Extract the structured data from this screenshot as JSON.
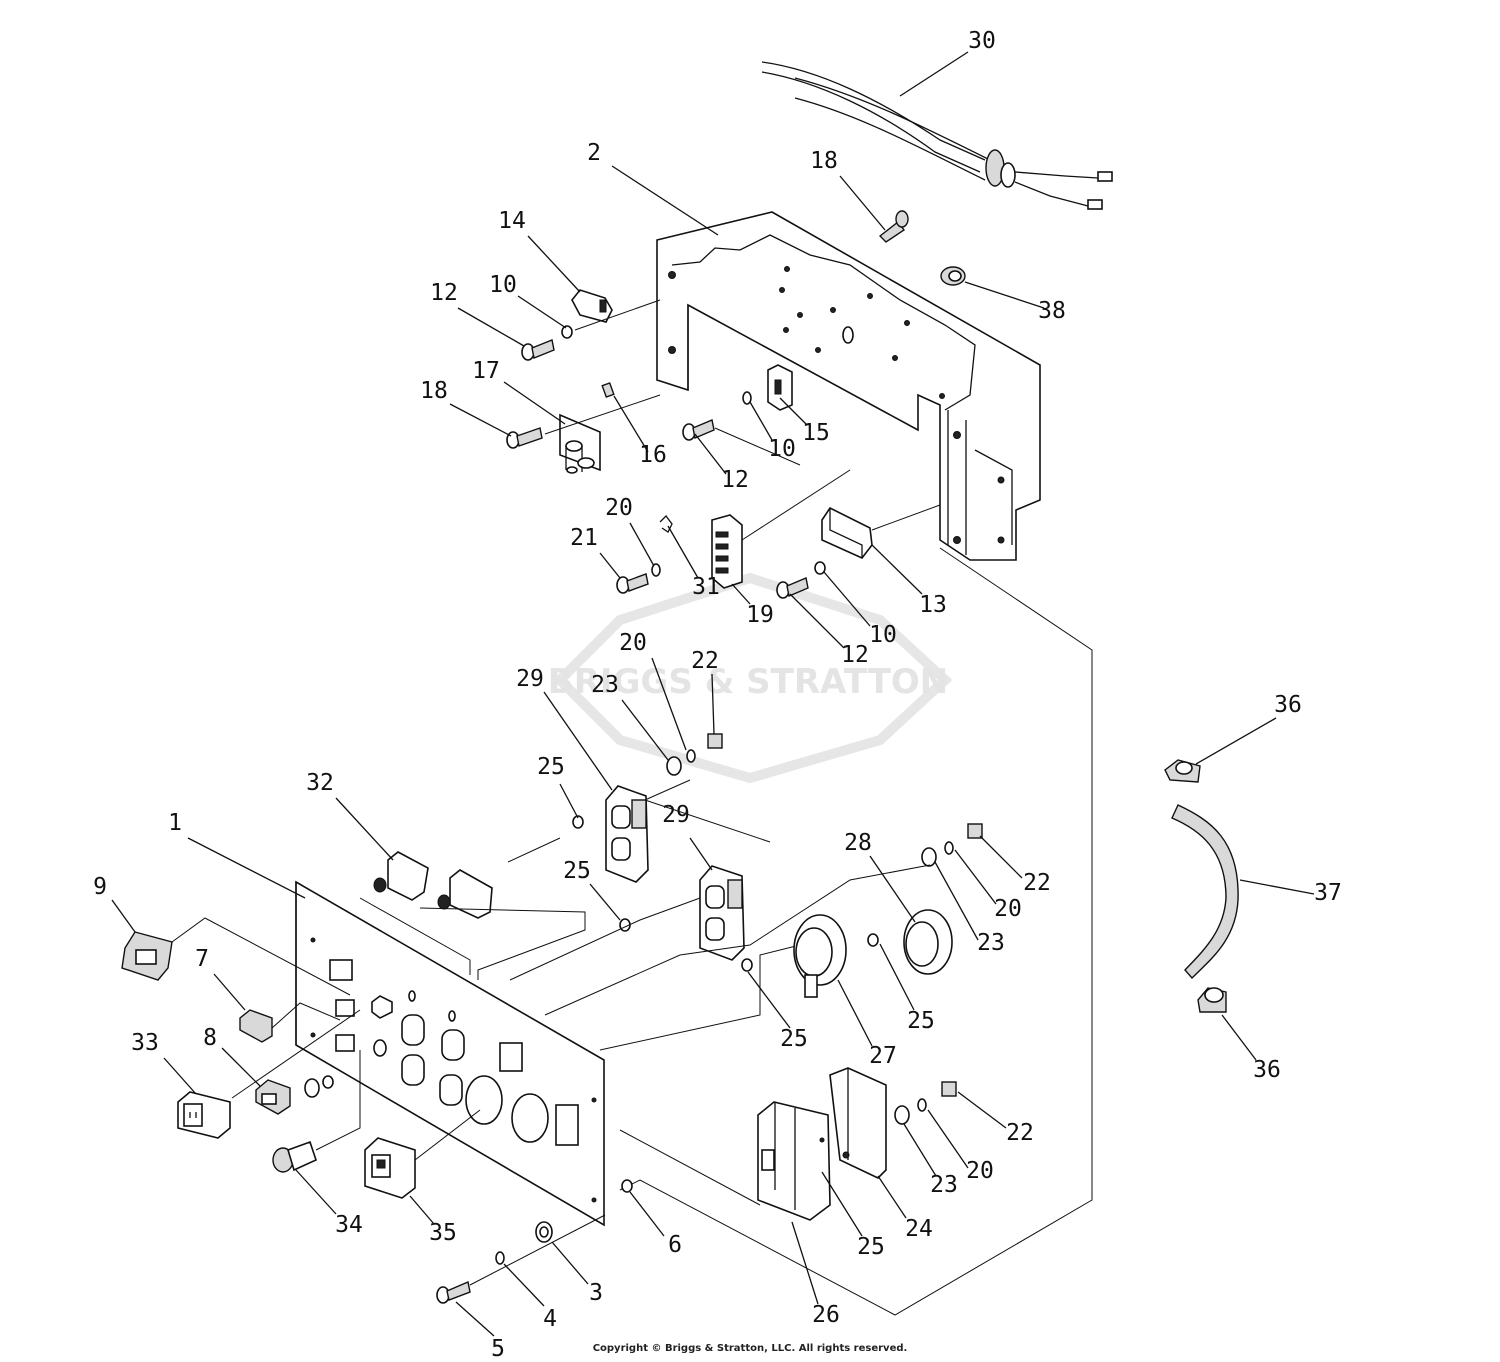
{
  "watermark": "BRIGGS & STRATTON",
  "copyright": "Copyright © Briggs & Stratton, LLC. All rights reserved.",
  "callouts": [
    {
      "id": "c30",
      "label": "30"
    },
    {
      "id": "c2",
      "label": "2"
    },
    {
      "id": "c18a",
      "label": "18"
    },
    {
      "id": "c14",
      "label": "14"
    },
    {
      "id": "c12a",
      "label": "12"
    },
    {
      "id": "c10a",
      "label": "10"
    },
    {
      "id": "c38",
      "label": "38"
    },
    {
      "id": "c18b",
      "label": "18"
    },
    {
      "id": "c17",
      "label": "17"
    },
    {
      "id": "c16",
      "label": "16"
    },
    {
      "id": "c15",
      "label": "15"
    },
    {
      "id": "c10b",
      "label": "10"
    },
    {
      "id": "c12b",
      "label": "12"
    },
    {
      "id": "c20a",
      "label": "20"
    },
    {
      "id": "c21",
      "label": "21"
    },
    {
      "id": "c31",
      "label": "31"
    },
    {
      "id": "c19",
      "label": "19"
    },
    {
      "id": "c13",
      "label": "13"
    },
    {
      "id": "c10c",
      "label": "10"
    },
    {
      "id": "c12c",
      "label": "12"
    },
    {
      "id": "c20b",
      "label": "20"
    },
    {
      "id": "c22a",
      "label": "22"
    },
    {
      "id": "c29a",
      "label": "29"
    },
    {
      "id": "c23a",
      "label": "23"
    },
    {
      "id": "c36a",
      "label": "36"
    },
    {
      "id": "c25a",
      "label": "25"
    },
    {
      "id": "c32",
      "label": "32"
    },
    {
      "id": "c29b",
      "label": "29"
    },
    {
      "id": "c1",
      "label": "1"
    },
    {
      "id": "c28",
      "label": "28"
    },
    {
      "id": "c22b",
      "label": "22"
    },
    {
      "id": "c37",
      "label": "37"
    },
    {
      "id": "c9",
      "label": "9"
    },
    {
      "id": "c25b",
      "label": "25"
    },
    {
      "id": "c20c",
      "label": "20"
    },
    {
      "id": "c23b",
      "label": "23"
    },
    {
      "id": "c7",
      "label": "7"
    },
    {
      "id": "c25c",
      "label": "25"
    },
    {
      "id": "c25d",
      "label": "25"
    },
    {
      "id": "c27",
      "label": "27"
    },
    {
      "id": "c36b",
      "label": "36"
    },
    {
      "id": "c33",
      "label": "33"
    },
    {
      "id": "c8",
      "label": "8"
    },
    {
      "id": "c22c",
      "label": "22"
    },
    {
      "id": "c20d",
      "label": "20"
    },
    {
      "id": "c23c",
      "label": "23"
    },
    {
      "id": "c34",
      "label": "34"
    },
    {
      "id": "c35",
      "label": "35"
    },
    {
      "id": "c24",
      "label": "24"
    },
    {
      "id": "c25e",
      "label": "25"
    },
    {
      "id": "c6",
      "label": "6"
    },
    {
      "id": "c3",
      "label": "3"
    },
    {
      "id": "c4",
      "label": "4"
    },
    {
      "id": "c26",
      "label": "26"
    },
    {
      "id": "c5",
      "label": "5"
    }
  ]
}
